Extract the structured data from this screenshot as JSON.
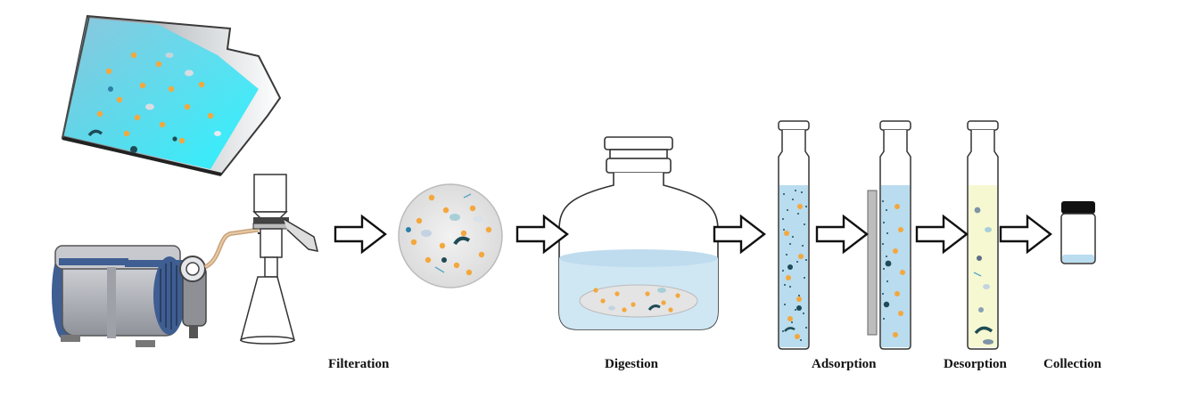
{
  "steps": [
    {
      "label": "Filteration"
    },
    {
      "label": "Digestion"
    },
    {
      "label": "Adsorption"
    },
    {
      "label": "Desorption"
    },
    {
      "label": "Collection"
    }
  ],
  "colors": {
    "water": "#33e8f5",
    "solution": "#b9dcef",
    "eluent": "#f6f8d2",
    "particle_orange": "#f4a73c",
    "particle_dark": "#1e4b55",
    "glass": "#555555",
    "pump_body": "#b5b7bd",
    "pump_accent": "#3f5e92"
  },
  "icons": [
    "tilted-beaker-icon",
    "vacuum-pump-icon",
    "filter-flask-icon",
    "filter-membrane-icon",
    "digestion-jar-icon",
    "adsorption-column-icon",
    "magnetic-column-icon",
    "desorption-column-icon",
    "collection-vial-icon",
    "arrow-right-icon"
  ]
}
